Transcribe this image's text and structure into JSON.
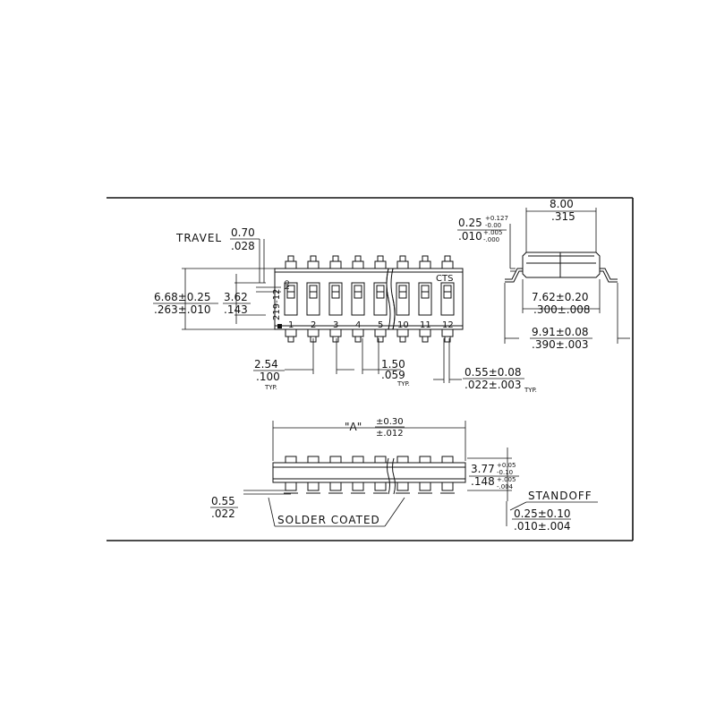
{
  "labels": {
    "travel": "TRAVEL",
    "travel_mm": "0.70",
    "travel_in": ".028",
    "height_mm": "6.68±0.25",
    "height_in": ".263±.010",
    "slot_mm": "3.62",
    "slot_in": ".143",
    "pitch_mm": "2.54",
    "pitch_in": ".100",
    "typ": "TYP.",
    "gap_mm": "1.50",
    "gap_in": ".059",
    "lead_mm": "0.55±0.08",
    "lead_in": ".022±.003",
    "width_mm": "8.00",
    "width_in": ".315",
    "thick_mm": "0.25",
    "thick_mm_tol_top": "+0.127",
    "thick_mm_tol_bot": "-0.00",
    "thick_in": ".010",
    "thick_in_tol_top": "+.005",
    "thick_in_tol_bot": "-.000",
    "body_mm": "7.62±0.20",
    "body_in": ".300±.008",
    "span_mm": "9.91±0.08",
    "span_in": ".390±.003",
    "a_label": "\"A\"",
    "a_tol_mm": "±0.30",
    "a_tol_in": "±.012",
    "h_mm": "3.77",
    "h_mm_tol_top": "+0.05",
    "h_mm_tol_bot": "-0.10",
    "h_in": ".148",
    "h_in_tol_top": "+.005",
    "h_in_tol_bot": "-.004",
    "standoff": "STANDOFF",
    "standoff_mm": "0.25±0.10",
    "standoff_in": ".010±.004",
    "side_lead_mm": "0.55",
    "side_lead_in": ".022",
    "solder_coated": "SOLDER COATED",
    "on": "ON",
    "brand": "CTS",
    "part": "219-12"
  },
  "switch_numbers": [
    "1",
    "2",
    "3",
    "4",
    "5",
    "10",
    "11",
    "12"
  ]
}
